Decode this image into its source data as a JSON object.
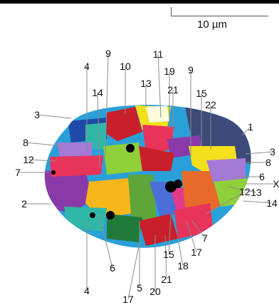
{
  "scale_bar": {
    "label": "10 µm"
  },
  "colors": {
    "leader": "#8c8c8c",
    "black_spots": "#000000",
    "region_palette": [
      "#2aa0d8",
      "#3d4a7a",
      "#f4e01a",
      "#c81f2a",
      "#e8335a",
      "#8a3aa8",
      "#5fa63a",
      "#1f7a3a",
      "#e43a8a",
      "#f7b61a",
      "#a47ad6",
      "#2fb8a8",
      "#4b6fd6",
      "#e86a2a",
      "#6ec9e8",
      "#8fcf3a"
    ]
  },
  "labels": [
    {
      "text": "1"
    },
    {
      "text": "2"
    },
    {
      "text": "3"
    },
    {
      "text": "3"
    },
    {
      "text": "4"
    },
    {
      "text": "4"
    },
    {
      "text": "5"
    },
    {
      "text": "6"
    },
    {
      "text": "6"
    },
    {
      "text": "7"
    },
    {
      "text": "7"
    },
    {
      "text": "8"
    },
    {
      "text": "8"
    },
    {
      "text": "9"
    },
    {
      "text": "9"
    },
    {
      "text": "10"
    },
    {
      "text": "11"
    },
    {
      "text": "12"
    },
    {
      "text": "12"
    },
    {
      "text": "13"
    },
    {
      "text": "13"
    },
    {
      "text": "14"
    },
    {
      "text": "14"
    },
    {
      "text": "15"
    },
    {
      "text": "15"
    },
    {
      "text": "17"
    },
    {
      "text": "17"
    },
    {
      "text": "18"
    },
    {
      "text": "19"
    },
    {
      "text": "20"
    },
    {
      "text": "21"
    },
    {
      "text": "21"
    },
    {
      "text": "22"
    },
    {
      "text": "X"
    }
  ]
}
